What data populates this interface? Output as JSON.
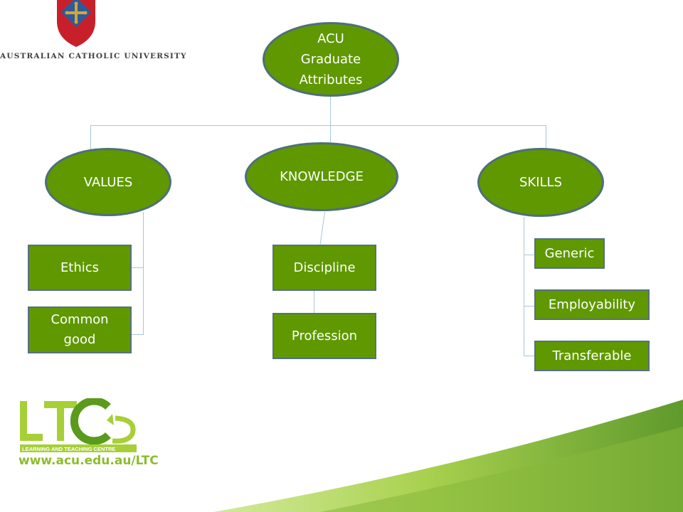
{
  "header": {
    "university_name": "Australian Catholic University"
  },
  "diagram": {
    "root": {
      "label": "ACU\nGraduate\nAttributes"
    },
    "branches": [
      {
        "label": "VALUES",
        "items": [
          "Ethics",
          "Common\ngood"
        ]
      },
      {
        "label": "KNOWLEDGE",
        "items": [
          "Discipline",
          "Profession"
        ]
      },
      {
        "label": "SKILLS",
        "items": [
          "Generic",
          "Employability",
          "Transferable"
        ]
      }
    ]
  },
  "footer": {
    "logo_letters": "LTC",
    "logo_tagline": "LEARNING AND TEACHING CENTRE",
    "url": "www.acu.edu.au/LTC"
  },
  "colors": {
    "node_fill": "#5f9800",
    "connector": "#a7c6d8",
    "logo_green_light": "#a6cf38",
    "logo_green_dark": "#5a9a1d",
    "crest_red": "#c8202b",
    "crest_blue": "#2f5b96",
    "crest_gold": "#d3a63c"
  }
}
